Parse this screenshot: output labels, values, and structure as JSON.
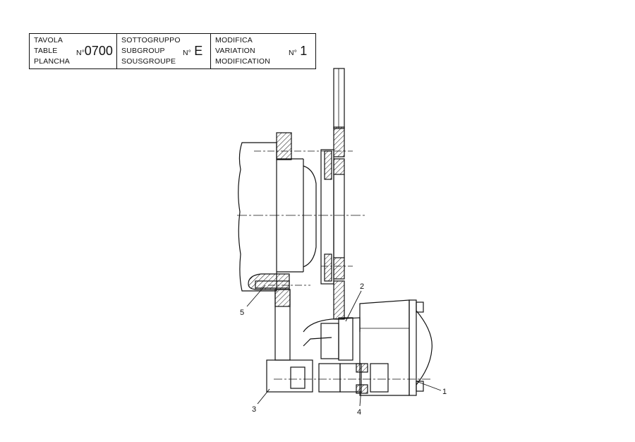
{
  "header": {
    "table": {
      "labels": [
        "TAVOLA",
        "TABLE",
        "PLANCHA"
      ],
      "prefix": "N°",
      "value": "0700"
    },
    "subgroup": {
      "labels": [
        "SOTTOGRUPPO",
        "SUBGROUP",
        "SOUSGROUPE"
      ],
      "prefix": "N°",
      "value": "E"
    },
    "variation": {
      "labels": [
        "MODIFICA",
        "VARIATION",
        "MODIFICATION"
      ],
      "prefix": "N°",
      "value": "1"
    }
  },
  "callouts": {
    "c1": "1",
    "c2": "2",
    "c3": "3",
    "c4": "4",
    "c5": "5"
  }
}
